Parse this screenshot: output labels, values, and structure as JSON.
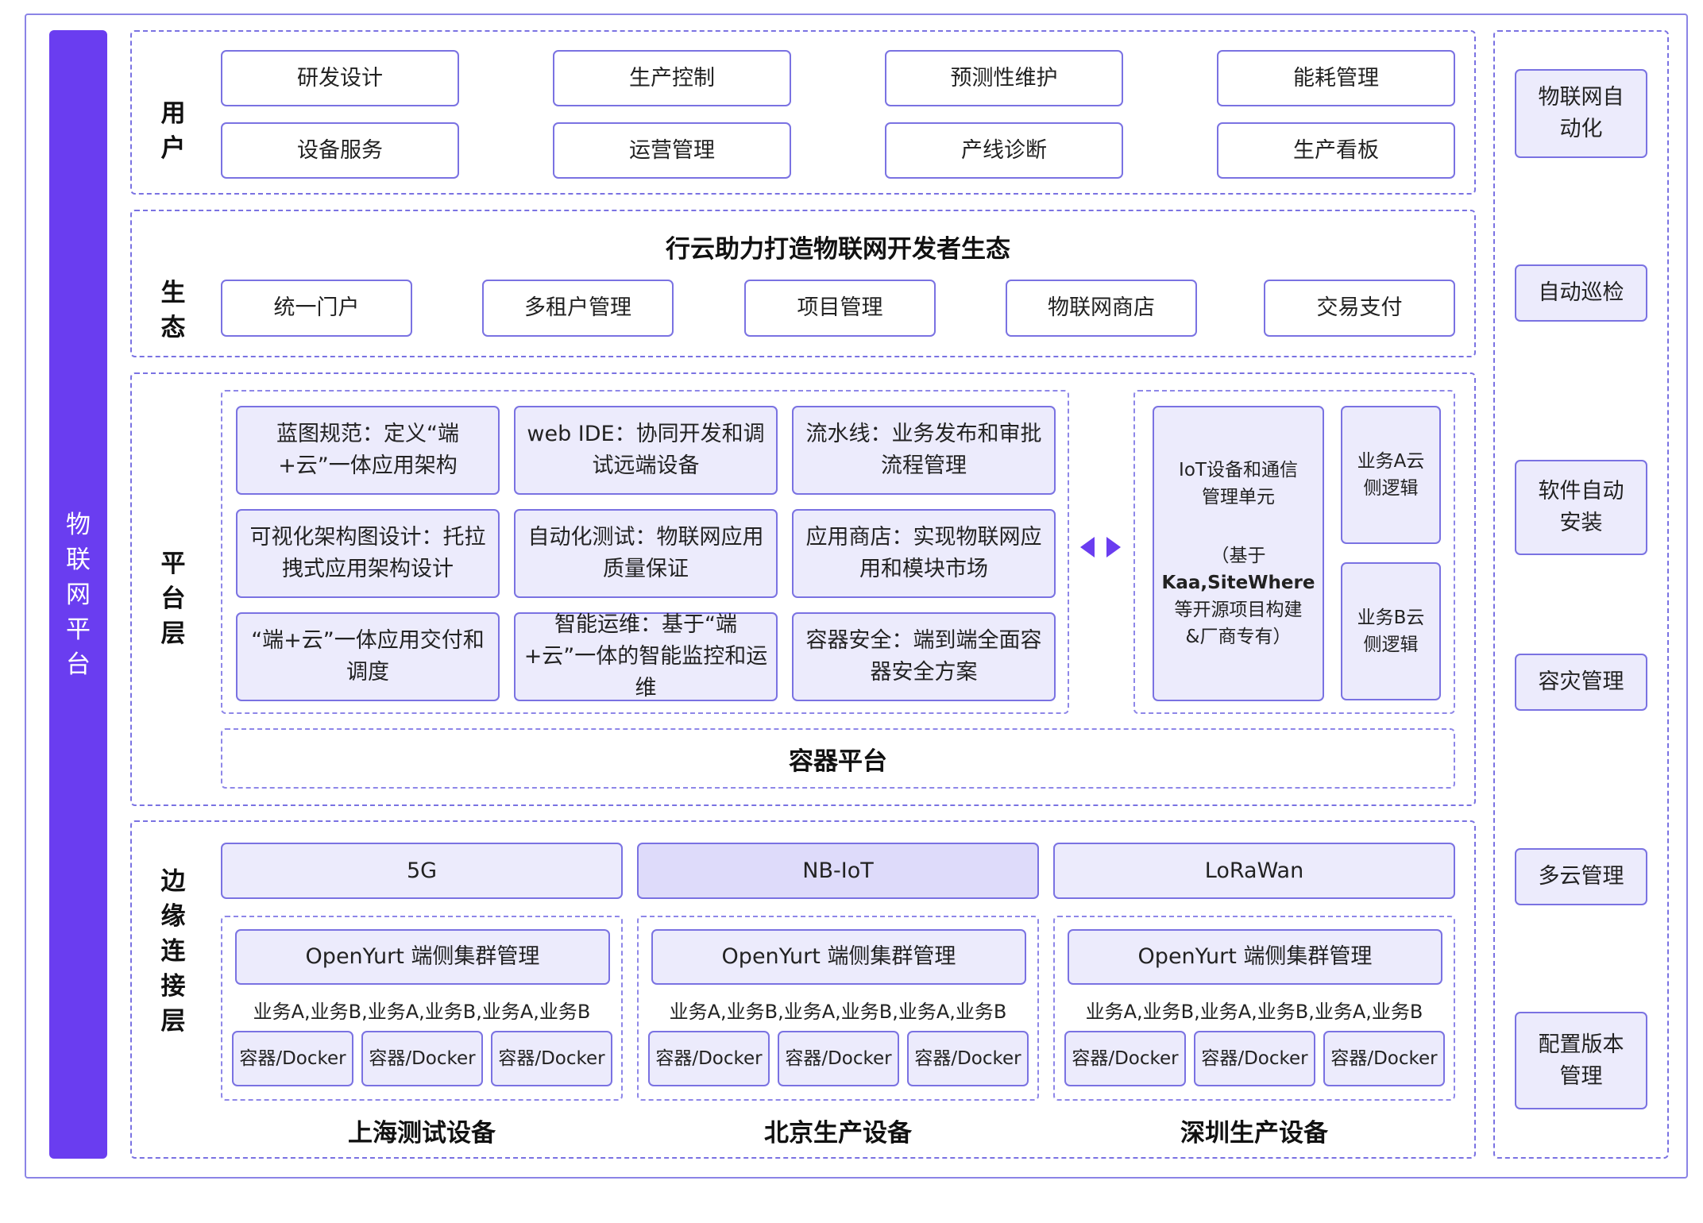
{
  "platform_label": "物联网平台",
  "user_layer": {
    "label": "用户",
    "items": [
      "研发设计",
      "生产控制",
      "预测性维护",
      "能耗管理",
      "设备服务",
      "运营管理",
      "产线诊断",
      "生产看板"
    ]
  },
  "eco_layer": {
    "label": "生态",
    "title": "行云助力打造物联网开发者生态",
    "items": [
      "统一门户",
      "多租户管理",
      "项目管理",
      "物联网商店",
      "交易支付"
    ]
  },
  "platform_layer": {
    "label": "平台层",
    "features": [
      "蓝图规范：定义“端+云”一体应用架构",
      "web IDE：协同开发和调试远端设备",
      "流水线：业务发布和审批流程管理",
      "可视化架构图设计：托拉拽式应用架构设计",
      "自动化测试：物联网应用质量保证",
      "应用商店：实现物联网应用和模块市场",
      "“端+云”一体应用交付和调度",
      "智能运维：基于“端+云”一体的智能监控和运维",
      "容器安全：端到端全面容器安全方案"
    ],
    "iot_unit": {
      "line1": "IoT设备和通信管理单元",
      "line2": "（基于",
      "line3": "Kaa,SiteWhere",
      "line4": "等开源项目构建&厂商专有）"
    },
    "biz_a": "业务A云侧逻辑",
    "biz_b": "业务B云侧逻辑",
    "container_platform": "容器平台"
  },
  "edge_layer": {
    "label": "边缘连接层",
    "networks": [
      "5G",
      "NB-IoT",
      "LoRaWan"
    ],
    "sites": [
      {
        "cluster": "OpenYurt 端侧集群管理",
        "biz": "业务A,业务B,业务A,业务B,业务A,业务B",
        "containers": [
          "容器/Docker",
          "容器/Docker",
          "容器/Docker"
        ],
        "name": "上海测试设备"
      },
      {
        "cluster": "OpenYurt 端侧集群管理",
        "biz": "业务A,业务B,业务A,业务B,业务A,业务B",
        "containers": [
          "容器/Docker",
          "容器/Docker",
          "容器/Docker"
        ],
        "name": "北京生产设备"
      },
      {
        "cluster": "OpenYurt 端侧集群管理",
        "biz": "业务A,业务B,业务A,业务B,业务A,业务B",
        "containers": [
          "容器/Docker",
          "容器/Docker",
          "容器/Docker"
        ],
        "name": "深圳生产设备"
      }
    ]
  },
  "right_panel": [
    "物联网自动化",
    "自动巡检",
    "软件自动安装",
    "容灾管理",
    "多云管理",
    "配置版本管理"
  ],
  "colors": {
    "accent": "#6a3df0",
    "border": "#7a72e2",
    "fill": "#ecebfc"
  }
}
